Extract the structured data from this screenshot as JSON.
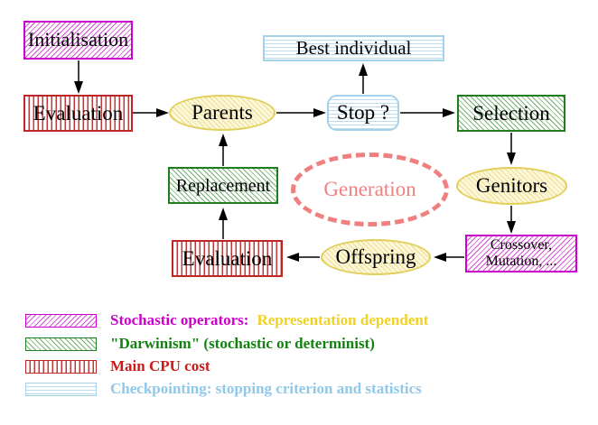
{
  "diagram": {
    "nodes": {
      "initialisation": {
        "label": "Initialisation"
      },
      "evaluation_top": {
        "label": "Evaluation"
      },
      "best_individual": {
        "label": "Best individual"
      },
      "parents": {
        "label": "Parents"
      },
      "stop": {
        "label": "Stop ?"
      },
      "selection": {
        "label": "Selection"
      },
      "replacement": {
        "label": "Replacement"
      },
      "genitors": {
        "label": "Genitors"
      },
      "generation": {
        "label": "Generation"
      },
      "crossover": {
        "line1": "Crossover,",
        "line2": "Mutation, ..."
      },
      "offspring": {
        "label": "Offspring"
      },
      "evaluation_bottom": {
        "label": "Evaluation"
      }
    },
    "colors": {
      "stochastic_magenta": "#CC00CC",
      "darwinism_green": "#1E7E1E",
      "cpu_red": "#BF2626",
      "checkpoint_cyan": "#A5D2E9",
      "population_yellow_border": "#E2CF5B",
      "population_yellow_fill": "#FDF8DC",
      "generation_salmon": "#F08080",
      "legend_yellow_text": "#F0D226",
      "legend_cyan_text": "#8FC8E8",
      "arrow_black": "#000000"
    }
  },
  "legend": {
    "rows": [
      {
        "id": "stochastic",
        "text": "Stochastic operators:",
        "text2": "Representation dependent"
      },
      {
        "id": "darwinism",
        "text": "\"Darwinism\" (stochastic or determinist)"
      },
      {
        "id": "cpu",
        "text": "Main CPU cost"
      },
      {
        "id": "checkpointing",
        "text": "Checkpointing: stopping criterion and statistics"
      }
    ]
  }
}
